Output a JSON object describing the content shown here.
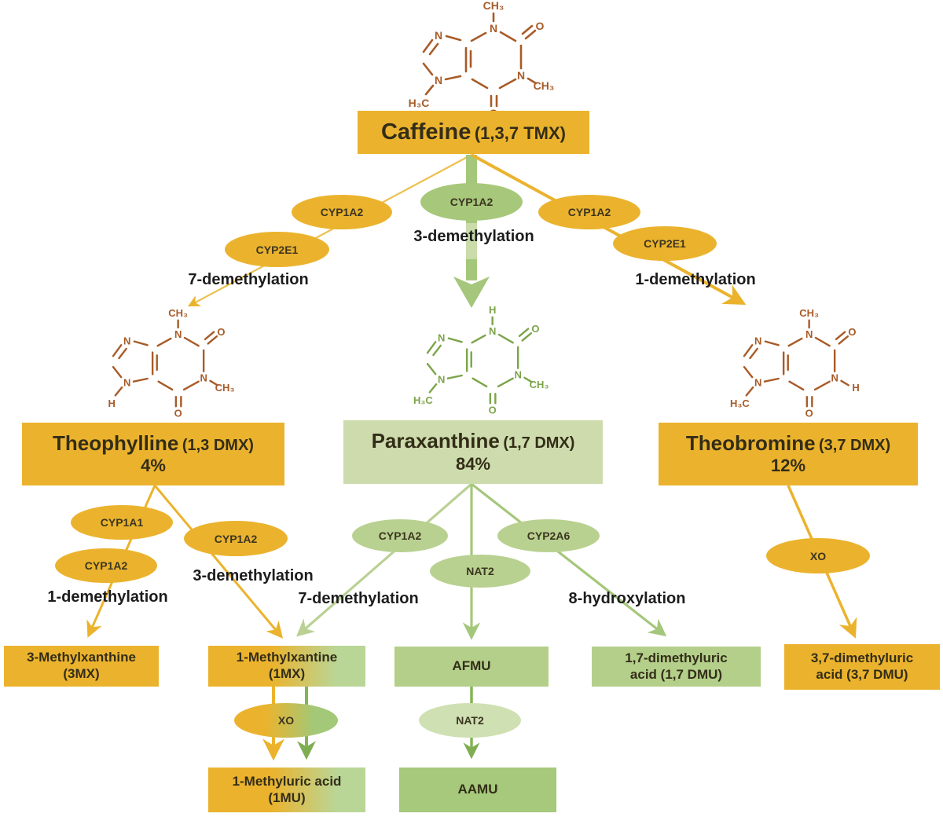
{
  "palette": {
    "gold": "#ebb32d",
    "green_box": "#cedcad",
    "green_oval": "#b9d190",
    "green_arrow": "#a5c77b",
    "green_arrow_dark": "#7fae52",
    "struct_orange": "#a85b28",
    "struct_green": "#7ca449"
  },
  "nodes": {
    "caffeine": {
      "title": "Caffeine",
      "sub": "(1,3,7 TMX)"
    },
    "theophylline": {
      "title": "Theophylline",
      "sub": "(1,3 DMX)",
      "pct": "4%"
    },
    "paraxanthine": {
      "title": "Paraxanthine",
      "sub": "(1,7 DMX)",
      "pct": "84%"
    },
    "theobromine": {
      "title": "Theobromine",
      "sub": "(3,7 DMX)",
      "pct": "12%"
    },
    "mx3": {
      "line1": "3-Methylxanthine",
      "line2": "(3MX)"
    },
    "mx1": {
      "line1": "1-Methylxantine",
      "line2": "(1MX)"
    },
    "afmu": {
      "line1": "AFMU"
    },
    "dmu17": {
      "line1": "1,7-dimethyluric",
      "line2": "acid (1,7 DMU)"
    },
    "dmu37": {
      "line1": "3,7-dimethyluric",
      "line2": "acid (3,7 DMU)"
    },
    "mu1": {
      "line1": "1-Methyluric acid",
      "line2": "(1MU)"
    },
    "aamu": {
      "line1": "AAMU"
    }
  },
  "enzymes": {
    "cyp1a2": "CYP1A2",
    "cyp2e1": "CYP2E1",
    "cyp1a1": "CYP1A1",
    "cyp2a6": "CYP2A6",
    "nat2": "NAT2",
    "xo": "XO"
  },
  "reactions": {
    "dem1": "1-demethylation",
    "dem3": "3-demethylation",
    "dem7": "7-demethylation",
    "hyd8": "8-hydroxylation"
  },
  "atoms": {
    "n": "N",
    "o": "O"
  },
  "structures": {
    "caffeine": {
      "top": "CH₃",
      "right": "CH₃",
      "bottom_left": "H₃C"
    },
    "theophylline": {
      "top": "CH₃",
      "right": "CH₃",
      "bottom_left": "H"
    },
    "paraxanthine": {
      "top": "H",
      "right": "CH₃",
      "bottom_left": "H₃C"
    },
    "theobromine": {
      "top": "CH₃",
      "right": "H",
      "bottom_left": "H₃C"
    }
  }
}
